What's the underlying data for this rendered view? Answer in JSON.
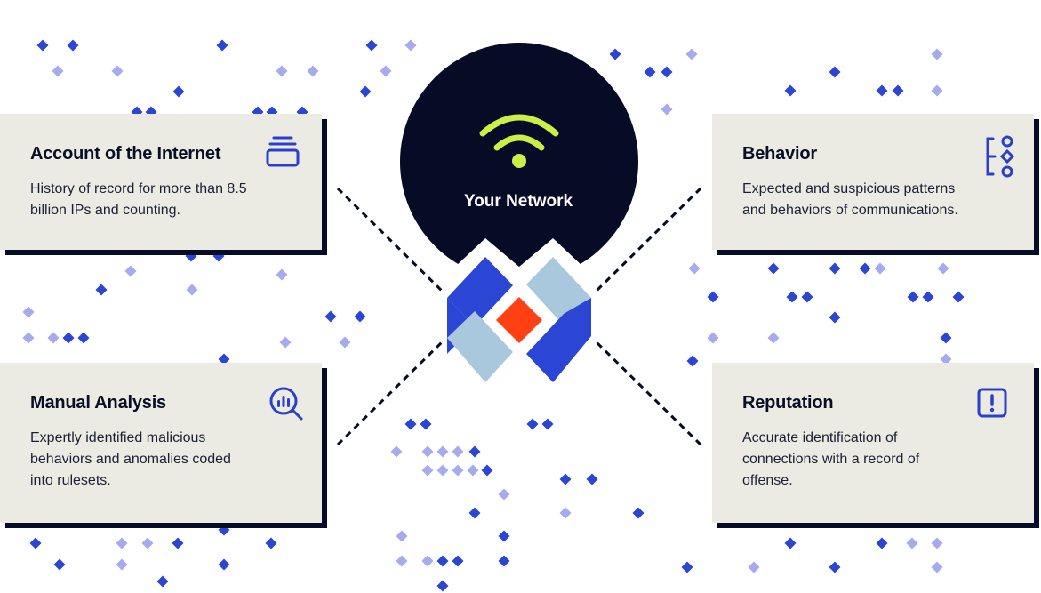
{
  "center": {
    "label": "Your Network",
    "icons": [
      "wifi-icon",
      "logo-mark"
    ]
  },
  "cards": [
    {
      "id": "account",
      "title": "Account of the Internet",
      "description": "History of record for more than 8.5 billion IPs and counting.",
      "icon": "stack-icon"
    },
    {
      "id": "behavior",
      "title": "Behavior",
      "description": "Expected and suspicious patterns and behaviors of communications.",
      "icon": "flow-icon"
    },
    {
      "id": "manual",
      "title": "Manual Analysis",
      "description": "Expertly identified malicious behaviors and anomalies coded into rulesets.",
      "icon": "search-chart-icon"
    },
    {
      "id": "reputation",
      "title": "Reputation",
      "description": "Accurate identification of connections with a record of offense.",
      "icon": "alert-icon"
    }
  ],
  "colors": {
    "dark": "#060b26",
    "card_bg": "#ebebe4",
    "blue": "#2b45d4",
    "light_blue": "#a6aaee",
    "pale_blue": "#a9c8dd",
    "orange": "#ff4013",
    "wifi": "#c8f046",
    "icon_blue": "#2a3fcf"
  }
}
